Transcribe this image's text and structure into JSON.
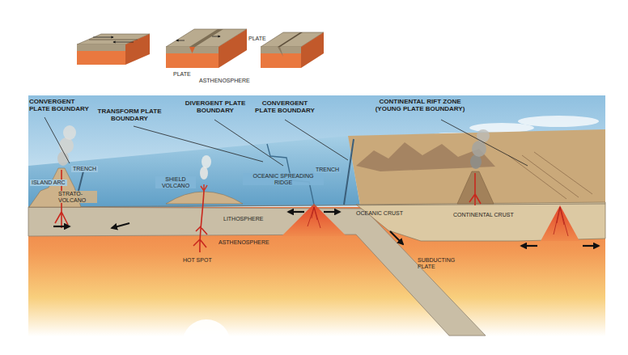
{
  "diagram": {
    "labels": [
      "PLATE",
      "PLATE",
      "ASTHENOSPHERE",
      "CONVERGENT PLATE BOUNDARY",
      "TRANSFORM PLATE BOUNDARY",
      "DIVERGENT PLATE BOUNDARY",
      "CONVERGENT PLATE BOUNDARY",
      "CONTINENTAL RIFT ZONE (YOUNG PLATE BOUNDARY)",
      "TRENCH",
      "ISLAND ARC",
      "STRATO- VOLCANO",
      "SHIELD VOLCANO",
      "OCEANIC SPREADING RIDGE",
      "TRENCH",
      "LITHOSPHERE",
      "OCEANIC CRUST",
      "CONTINENTAL CRUST",
      "ASTHENOSPHERE",
      "HOT SPOT",
      "SUBDUCTING PLATE"
    ]
  }
}
